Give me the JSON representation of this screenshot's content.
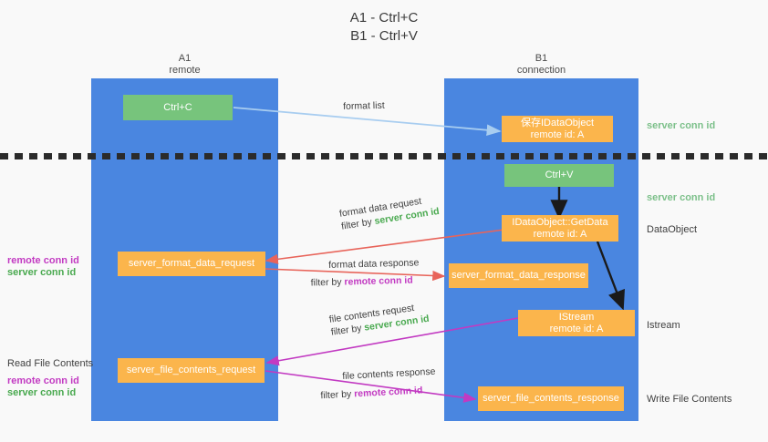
{
  "title": {
    "line1": "A1 - Ctrl+C",
    "line2": "B1 - Ctrl+V"
  },
  "columns": [
    {
      "name": "A1",
      "sub": "remote"
    },
    {
      "name": "B1",
      "sub": "connection"
    }
  ],
  "nodes": {
    "ctrl_c": "Ctrl+C",
    "ctrl_v": "Ctrl+V",
    "save_idataobject_l1": "保存IDataObject",
    "save_idataobject_l2": "remote id: A",
    "getdata_l1": "IDataObject::GetData",
    "getdata_l2": "remote id: A",
    "istream_l1": "IStream",
    "istream_l2": "remote id: A",
    "server_format_data_request": "server_format_data_request",
    "server_format_data_response": "server_format_data_response",
    "server_file_contents_request": "server_file_contents_request",
    "server_file_contents_response": "server_file_contents_response"
  },
  "right_labels": {
    "server_conn_id_top": "server conn id",
    "server_conn_id_mid": "server conn id",
    "dataobject": "DataObject",
    "istream": "Istream",
    "write_file_contents": "Write File Contents"
  },
  "left_labels": {
    "remote_conn_id_1": "remote conn id",
    "server_conn_id_1": "server conn id",
    "read_file_contents": "Read File Contents",
    "remote_conn_id_2": "remote conn id",
    "server_conn_id_2": "server conn id"
  },
  "wire_labels": {
    "format_list": "format list",
    "format_data_request": "format data request",
    "filter_by_1_prefix": "filter by ",
    "filter_by_1_value": "server conn id",
    "format_data_response": "format data response",
    "filter_by_2_prefix": "filter by ",
    "filter_by_2_value": "remote conn id",
    "file_contents_request": "file contents request",
    "filter_by_3_prefix": "filter by ",
    "filter_by_3_value": "server conn id",
    "file_contents_response": "file contents response",
    "filter_by_4_prefix": "filter by ",
    "filter_by_4_value": "remote conn id"
  },
  "colors": {
    "column": "#4a86e0",
    "green_node": "#77c47c",
    "orange_node": "#fbb54c",
    "arrow_blue": "#a8cdf0",
    "arrow_red": "#e8645a",
    "arrow_purple": "#c23ac2",
    "arrow_black": "#1a1a1a",
    "server_conn_id_green": "#49a94f",
    "remote_conn_id_purple": "#c23ac2",
    "background": "#f9f9f9"
  }
}
